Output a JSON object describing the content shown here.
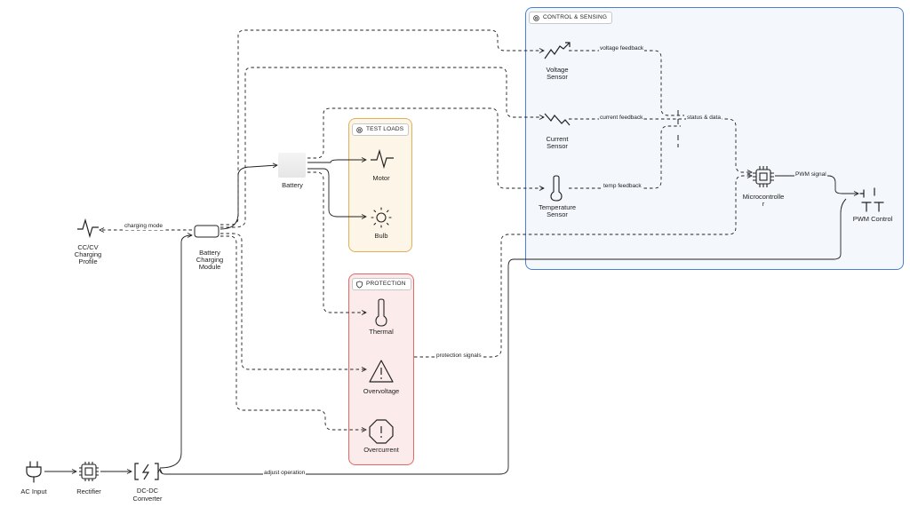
{
  "groups": {
    "control": {
      "title": "CONTROL & SENSING",
      "fill": "#f4f7fc",
      "stroke": "#4a7fd6"
    },
    "test_loads": {
      "title": "TEST LOADS",
      "fill": "#fdf6e8",
      "stroke": "#e0b056"
    },
    "protection": {
      "title": "PROTECTION",
      "fill": "#fcebeb",
      "stroke": "#e06868"
    }
  },
  "nodes": {
    "ac_input": "AC Input",
    "rectifier": "Rectifier",
    "dcdc_line1": "DC-DC",
    "dcdc_line2": "Converter",
    "charging_module_line1": "Battery",
    "charging_module_line2": "Charging",
    "charging_module_line3": "Module",
    "profile_line1": "CC/CV",
    "profile_line2": "Charging",
    "profile_line3": "Profile",
    "battery": "Battery",
    "motor": "Motor",
    "bulb": "Bulb",
    "thermal": "Thermal",
    "overvoltage": "Overvoltage",
    "overcurrent": "Overcurrent",
    "voltage_sensor_line1": "Voltage",
    "voltage_sensor_line2": "Sensor",
    "current_sensor_line1": "Current",
    "current_sensor_line2": "Sensor",
    "temp_sensor_line1": "Temperature",
    "temp_sensor_line2": "Sensor",
    "micro_line1": "Microcontrolle",
    "micro_line2": "r",
    "pwm_control": "PWM Control"
  },
  "edges": {
    "charging_mode": "charging mode",
    "voltage_feedback": "voltage feedback",
    "current_feedback": "current feedback",
    "temp_feedback": "temp feedback",
    "status_data": "status & data",
    "pwm_signal": "PWM signal",
    "protection_signals": "protection signals",
    "adjust_operation": "adjust operation"
  },
  "icons": {
    "ac_input": "plug-icon",
    "rectifier": "chip-icon",
    "dcdc": "bolt-icon",
    "charging_module": "module-icon",
    "profile": "waveform-icon",
    "battery": "battery-icon",
    "motor": "waveform-icon",
    "bulb": "sun-icon",
    "thermal": "thermometer-icon",
    "overvoltage": "warning-icon",
    "overcurrent": "octagon-alert-icon",
    "voltage_sensor": "trend-up-icon",
    "current_sensor": "trend-down-icon",
    "temp_sensor": "thermometer-icon",
    "micro": "chip-icon",
    "pwm_control": "switch-icon"
  }
}
